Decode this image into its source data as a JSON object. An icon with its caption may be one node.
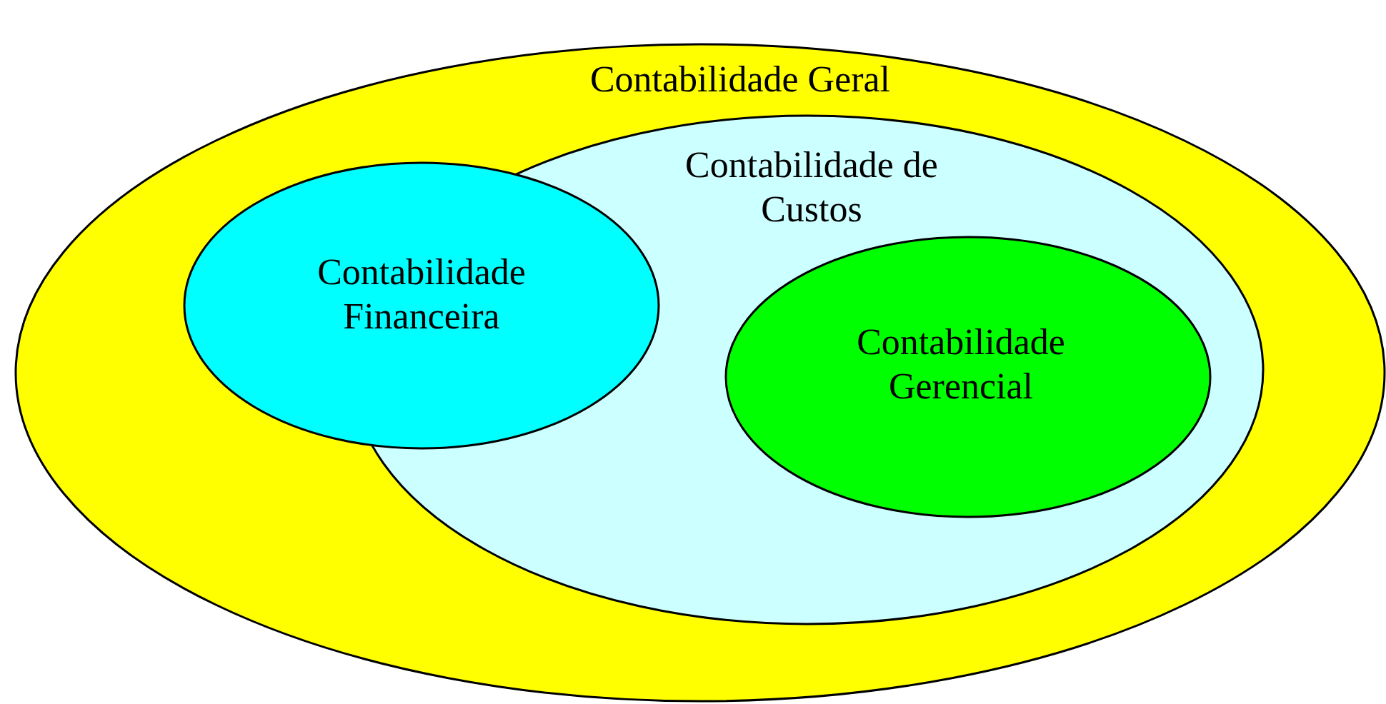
{
  "diagram": {
    "nodes": [
      {
        "text": [
          "Contabilidade Geral"
        ]
      },
      {
        "text": [
          "Contabilidade de Custos"
        ],
        "in": 0
      },
      {
        "text": [
          "Contabilidade Financeira"
        ],
        "in": 0
      },
      {
        "text": [
          "Contabilidade Gerencial"
        ],
        "in": 1
      }
    ]
  }
}
